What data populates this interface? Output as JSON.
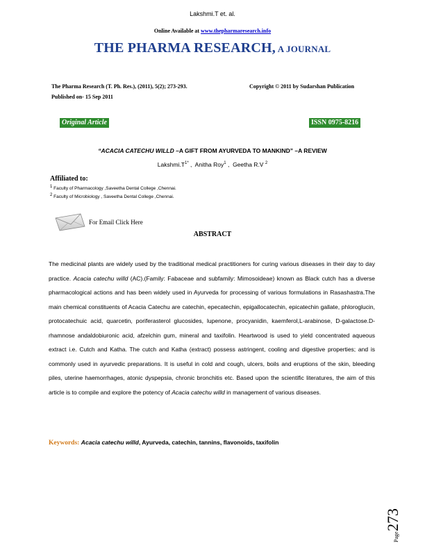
{
  "header": {
    "running_head": "Lakshmi.T et. al.",
    "online_prefix": "Online Available at ",
    "online_url": "www.thepharmaresearch.info",
    "journal_title_main": "THE PHARMA RESEARCH,",
    "journal_title_small": " A JOURNAL"
  },
  "meta": {
    "citation": "The Pharma Research (T. Ph. Res.), (2011), 5(2); 273-293.",
    "copyright": "Copyright © 2011 by Sudarshan Publication",
    "published": "Published on- 15 Sep 2011",
    "article_type": "Original Article",
    "issn": "ISSN 0975-8216"
  },
  "paper": {
    "title_italic": "“ACACIA CATECHU WILLD",
    "title_rest": " –A GIFT FROM AYURVEDA TO MANKIND” –A REVIEW",
    "author1": "Lakshmi.T",
    "author1_sup": "1*",
    "author2": "Anitha Roy",
    "author2_sup": "1",
    "author3": "Geetha R.V",
    "author3_sup": "2",
    "affiliated_heading": "Affiliated to:",
    "affil1_num": "1",
    "affil1_text": "Faculty of Pharmacology ,Saveetha Dental College ,Chennai.",
    "affil2_num": "2",
    "affil2_text": "Faculty of Microbiology , Saveetha Dental College ,Chennai.",
    "email_label": "For Email Click Here"
  },
  "abstract": {
    "heading": "ABSTRACT",
    "part1": "The medicinal plants are widely used by the traditional medical practitioners for curing various diseases in their day to day practice. ",
    "part1_italic": "Acacia catechu willd",
    "part2": " (AC).(Family: Fabaceae and subfamily: Mimosoideae) known as Black cutch has a diverse pharmacological actions and has been widely used in Ayurveda for processing of various formulations in Rasashastra.The main chemical constituents of Acacia Catechu are catechin, epecatechin, epigallocatechin, epicatechin gallate, phloroglucin, protocatechuic acid, quarcetin, poriferasterol glucosides, lupenone, procyanidin, kaemferol,L-arabinose, D-galactose.D-rhamnose andaldobiuronic acid, afzelchin gum, mineral and taxifolin. Heartwood is used to yield concentrated aqueous extract i.e. Cutch and Katha. The cutch and Katha (extract) possess astringent, cooling and digestive properties; and is commonly used in ayurvedic preparations. It is useful in cold and cough, ulcers, boils and eruptions of the skin, bleeding piles, uterine haemorrhages, atonic dyspepsia, chronic bronchitis etc. Based upon the scientific literatures, the aim of this article is to compile and explore the potency of ",
    "part2_italic": "Acacia catechu willd",
    "part3": " in management of various diseases."
  },
  "keywords": {
    "label": "Keywords:",
    "first_italic": "Acacia catechu willd",
    "rest": ", Ayurveda, catechin, tannins, flavonoids, taxifolin"
  },
  "footer": {
    "page_label": "Page",
    "page_number": "273"
  },
  "colors": {
    "title_blue": "#1f3f8f",
    "badge_green": "#2e8b2e",
    "keywords_orange": "#d27a1a",
    "link_blue": "#0000cc"
  }
}
